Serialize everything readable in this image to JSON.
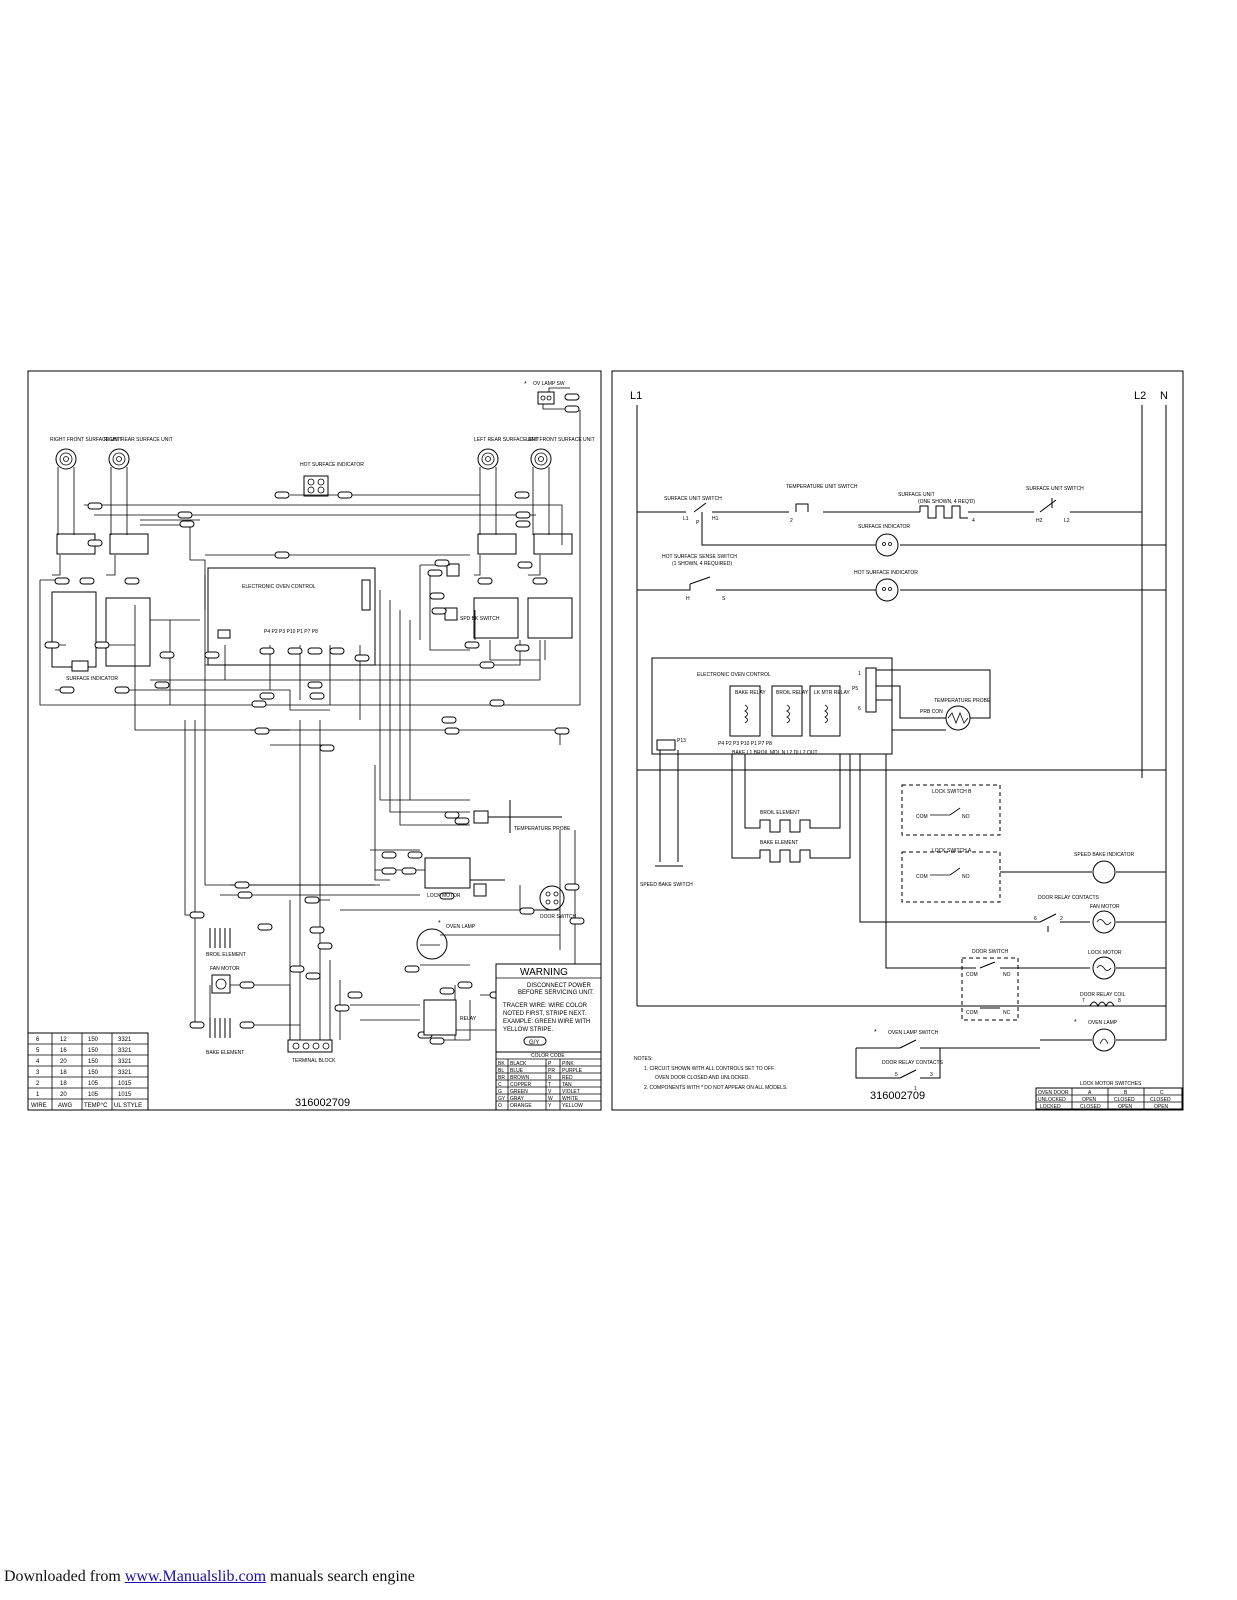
{
  "left_diagram": {
    "part_number": "316002709",
    "components": {
      "oven_lamp_sw": "OV LAMP SW",
      "right_front": "RIGHT FRONT SURFACE UNIT",
      "right_rear": "RIGHT REAR SURFACE UNIT",
      "hot_surface": "HOT SURFACE INDICATOR",
      "left_rear": "LEFT REAR SURFACE UNIT",
      "left_front": "LEFT FRONT SURFACE UNIT",
      "eoc": "ELECTRONIC OVEN CONTROL",
      "speed_bake_switch": "SPD BK SWITCH",
      "surface_indicator": "SURFACE INDICATOR",
      "temperature_probe": "TEMPERATURE PROBE",
      "lock_motor": "LOCK MOTOR",
      "door_switch": "DOOR SWITCH",
      "oven_lamp": "OVEN LAMP",
      "relay": "RELAY",
      "broil_element": "BROIL ELEMENT",
      "fan_motor": "FAN MOTOR",
      "bake_element": "BAKE ELEMENT",
      "terminal_block": "TERMINAL BLOCK"
    },
    "warning": {
      "title": "WARNING",
      "line1": "DISCONNECT POWER",
      "line2": "BEFORE SERVICING UNIT.",
      "note1": "TRACER WIRE:  WIRE COLOR",
      "note2": "NOTED FIRST, STRIPE NEXT.",
      "note3": "EXAMPLE:  GREEN WIRE WITH",
      "note4": "YELLOW STRIPE.",
      "example": "G/Y"
    },
    "color_code": {
      "title": "COLOR CODE",
      "rows": [
        [
          "BK",
          "BLACK",
          "P",
          "PINK"
        ],
        [
          "BL",
          "BLUE",
          "PR",
          "PURPLE"
        ],
        [
          "BR",
          "BROWN",
          "R",
          "RED"
        ],
        [
          "C",
          "COPPER",
          "T",
          "TAN"
        ],
        [
          "G",
          "GREEN",
          "V",
          "VIOLET"
        ],
        [
          "GY",
          "GRAY",
          "W",
          "WHITE"
        ],
        [
          "O",
          "ORANGE",
          "Y",
          "YELLOW"
        ]
      ]
    },
    "wire_table": {
      "rows": [
        [
          "6",
          "12",
          "150",
          "3321"
        ],
        [
          "5",
          "16",
          "150",
          "3321"
        ],
        [
          "4",
          "20",
          "150",
          "3321"
        ],
        [
          "3",
          "18",
          "150",
          "3321"
        ],
        [
          "2",
          "18",
          "105",
          "1015"
        ],
        [
          "1",
          "20",
          "105",
          "1015"
        ]
      ],
      "header": [
        "WIRE",
        "AWG",
        "TEMP°C",
        "UL STYLE"
      ]
    }
  },
  "right_diagram": {
    "part_number": "316002709",
    "lines": {
      "l1": "L1",
      "l2": "L2",
      "n": "N"
    },
    "labels": {
      "surface_unit_switch_1": "SURFACE UNIT SWITCH",
      "temp_unit_switch": "TEMPERATURE UNIT SWITCH",
      "surface_unit": "SURFACE UNIT",
      "surface_unit_sub": "(ONE SHOWN, 4 REQ'D)",
      "surface_unit_switch_2": "SURFACE UNIT SWITCH",
      "surface_indicator": "SURFACE INDICATOR",
      "hot_surface_sense": "HOT SURFACE SENSE SWITCH",
      "hot_surface_sense_sub": "(1 SHOWN, 4 REQUIRED)",
      "hot_surface_indicator": "HOT SURFACE INDICATOR",
      "eoc": "ELECTRONIC OVEN CONTROL",
      "bake_relay": "BAKE RELAY",
      "broil_relay": "BROIL RELAY",
      "lk_mtr_relay": "LK MTR RELAY",
      "temp_probe": "TEMPERATURE PROBE",
      "prb_con": "PRB CON",
      "lock_switch_b": "LOCK SWITCH B",
      "lock_switch_a": "LOCK SWITCH A",
      "broil_element": "BROIL ELEMENT",
      "bake_element": "BAKE ELEMENT",
      "speed_bake_switch": "SPEED BAKE SWITCH",
      "speed_bake_indicator": "SPEED BAKE INDICATOR",
      "door_relay_contacts": "DOOR RELAY CONTACTS",
      "fan_motor": "FAN MOTOR",
      "door_switch": "DOOR SWITCH",
      "lock_motor": "LOCK MOTOR",
      "door_relay_coil": "DOOR RELAY COIL",
      "oven_lamp": "OVEN LAMP",
      "oven_lamp_switch": "OVEN LAMP SWITCH",
      "door_relay_contacts_2": "DOOR RELAY CONTACTS",
      "com": "COM",
      "no": "NO",
      "nc": "NC"
    },
    "notes": {
      "title": "NOTES:",
      "n1a": "1.  CIRCUIT SHOWN WITH ALL CONTROLS SET TO OFF.",
      "n1b": "OVEN DOOR CLOSED AND UNLOCKED.",
      "n2": "2.  COMPONENTS WITH  *  DO NOT APPEAR ON ALL MODELS."
    },
    "lock_table": {
      "title": "LOCK MOTOR SWITCHES",
      "header": [
        "OVEN DOOR",
        "A",
        "B",
        "C"
      ],
      "rows": [
        [
          "UNLOCKED",
          "OPEN",
          "CLOSED",
          "CLOSED"
        ],
        [
          "LOCKED",
          "CLOSED",
          "OPEN",
          "OPEN"
        ]
      ]
    }
  },
  "footer": {
    "prefix": "Downloaded from ",
    "link": "www.Manualslib.com",
    "suffix": " manuals search engine"
  }
}
